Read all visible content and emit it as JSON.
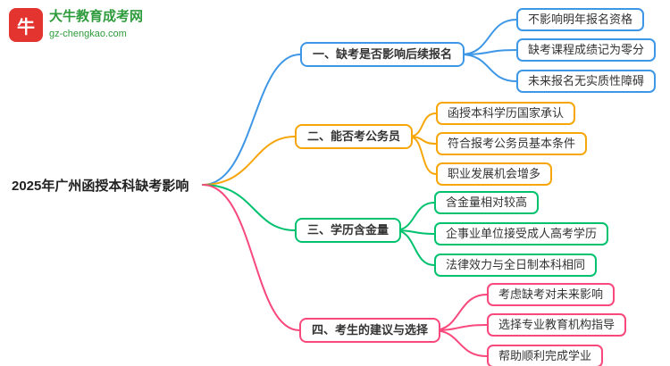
{
  "logo": {
    "icon_text": "牛",
    "title": "大牛教育成考网",
    "domain": "gz-chengkao.com"
  },
  "root": {
    "label": "2025年广州函授本科缺考影响"
  },
  "branches": [
    {
      "label": "一、缺考是否影响后续报名",
      "color": "#3e97e6",
      "children": [
        "不影响明年报名资格",
        "缺考课程成绩记为零分",
        "未来报名无实质性障碍"
      ]
    },
    {
      "label": "二、能否考公务员",
      "color": "#f7a60a",
      "children": [
        "函授本科学历国家承认",
        "符合报考公务员基本条件",
        "职业发展机会增多"
      ]
    },
    {
      "label": "三、学历含金量",
      "color": "#00c26e",
      "children": [
        "含金量相对较高",
        "企事业单位接受成人高考学历",
        "法律效力与全日制本科相同"
      ]
    },
    {
      "label": "四、考生的建议与选择",
      "color": "#f8487c",
      "children": [
        "考虑缺考对未来影响",
        "选择专业教育机构指导",
        "帮助顺利完成学业"
      ]
    }
  ]
}
